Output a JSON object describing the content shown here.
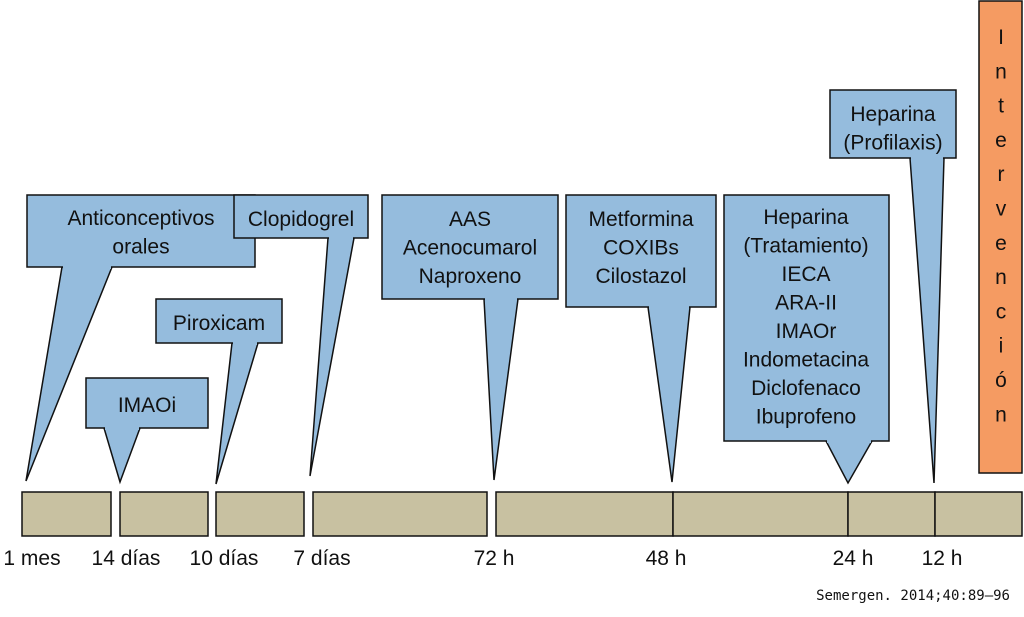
{
  "colors": {
    "callout_fill": "#95bcdd",
    "timeline_fill": "#c8c1a1",
    "intervention_fill": "#f59b62",
    "stroke": "#111111"
  },
  "callouts": [
    {
      "id": "anticonceptivos",
      "lines": [
        "Anticonceptivos",
        "orales"
      ]
    },
    {
      "id": "imaoi",
      "lines": [
        "IMAOi"
      ]
    },
    {
      "id": "piroxicam",
      "lines": [
        "Piroxicam"
      ]
    },
    {
      "id": "clopidogrel",
      "lines": [
        "Clopidogrel"
      ]
    },
    {
      "id": "aas",
      "lines": [
        "AAS",
        "Acenocumarol",
        "Naproxeno"
      ]
    },
    {
      "id": "metformina",
      "lines": [
        "Metformina",
        "COXIBs",
        "Cilostazol"
      ]
    },
    {
      "id": "heparina-tratamiento",
      "lines": [
        "Heparina",
        "(Tratamiento)",
        "IECA",
        "ARA-II",
        "IMAOr",
        "Indometacina",
        "Diclofenaco",
        "Ibuprofeno"
      ]
    },
    {
      "id": "heparina-profilaxis",
      "lines": [
        "Heparina",
        "(Profilaxis)"
      ]
    }
  ],
  "timeline_labels": [
    "1 mes",
    "14 días",
    "10 días",
    "7 días",
    "72 h",
    "48 h",
    "24 h",
    "12 h"
  ],
  "intervention_letters": [
    "I",
    "n",
    "t",
    "e",
    "r",
    "v",
    "e",
    "n",
    "c",
    "i",
    "ó",
    "n"
  ],
  "citation": "Semergen. 2014;40:89–96"
}
